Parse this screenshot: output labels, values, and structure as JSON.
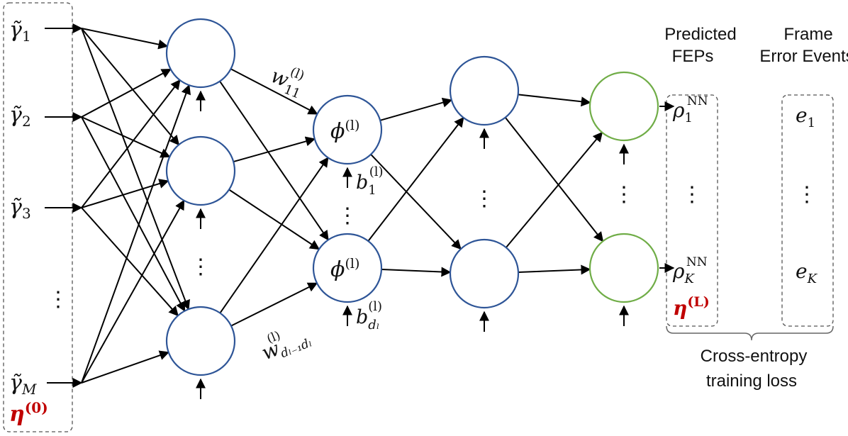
{
  "inputs": {
    "gamma_sym": "γ̃",
    "subs": [
      "1",
      "2",
      "3",
      "M"
    ],
    "vdots": "⋮",
    "eta_base": "η",
    "eta_sup": "(0)"
  },
  "layer1": {
    "vdots": "⋮"
  },
  "weights": {
    "w_top_base": "w",
    "w_top_sub": "11",
    "w_top_sup": "(l)",
    "w_bot_base": "w",
    "w_bot_sub": "dₗ₋₁dₗ",
    "w_bot_sup": "(l)"
  },
  "layer2": {
    "phi": "ϕ",
    "sup": "(l)",
    "b_base": "b",
    "b1_sub": "1",
    "bd_sub": "dₗ",
    "b_sup": "(l)",
    "vdots": "⋮"
  },
  "layer3": {
    "vdots": "⋮"
  },
  "output": {
    "vdots": "⋮",
    "predicted_header_line1": "Predicted",
    "predicted_header_line2": "FEPs",
    "rho_base": "ρ",
    "rho_sup": "NN",
    "rho1_sub": "1",
    "rhoK_sub": "K",
    "rho_vdots": "⋮",
    "eta_base": "η",
    "eta_sup": "(L)"
  },
  "events": {
    "header_line1": "Frame",
    "header_line2": "Error Events",
    "e_base": "e",
    "e1_sub": "1",
    "eK_sub": "K",
    "vdots": "⋮"
  },
  "loss": {
    "line1": "Cross-entropy",
    "line2": "training loss"
  },
  "colors": {
    "hidden_node": "#2e5597",
    "output_node": "#70ad47",
    "eta": "#c00000",
    "edge": "#000000",
    "dashed_box": "#555555"
  }
}
